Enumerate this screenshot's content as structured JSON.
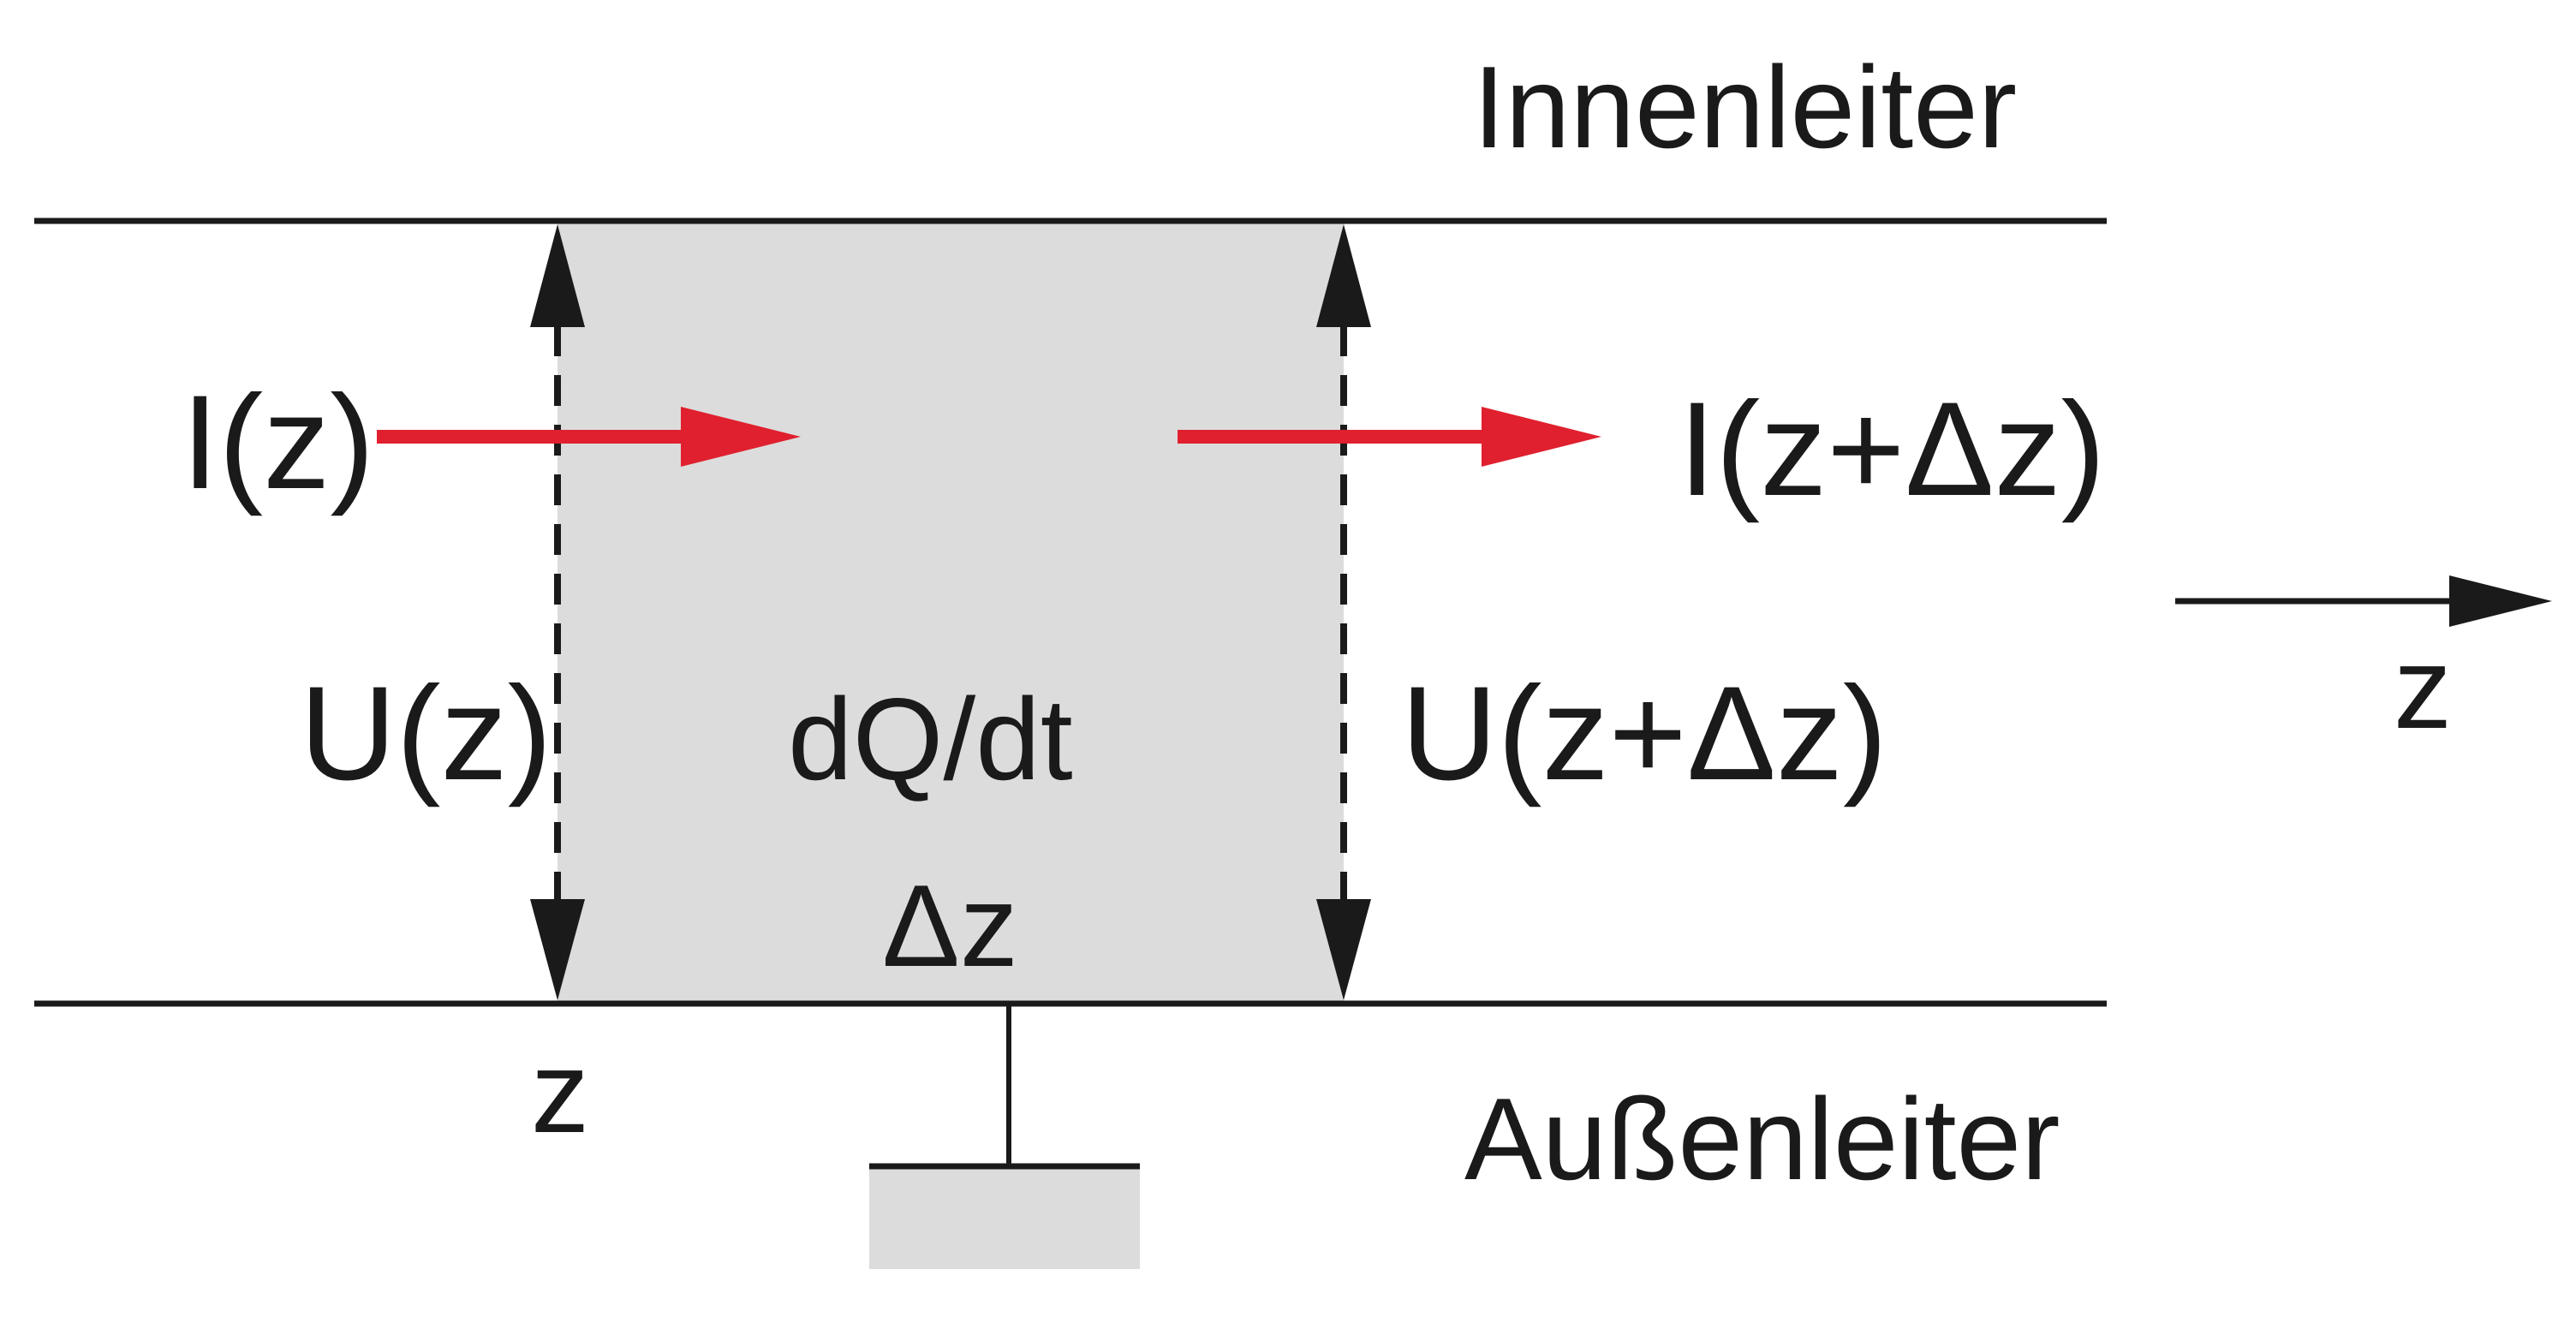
{
  "labels": {
    "inner_conductor": "Innenleiter",
    "outer_conductor": "Außenleiter",
    "current_in": "I(z)",
    "current_out": "I(z+Δz)",
    "voltage_in": "U(z)",
    "voltage_out": "U(z+Δz)",
    "charge_rate": "dQ/dt",
    "segment_length": "Δz",
    "position": "z",
    "axis": "z"
  },
  "colors": {
    "current_arrow": "#e0202e",
    "element_fill": "#dcdcdc",
    "ink": "#1a1a1a",
    "background": "#ffffff"
  }
}
